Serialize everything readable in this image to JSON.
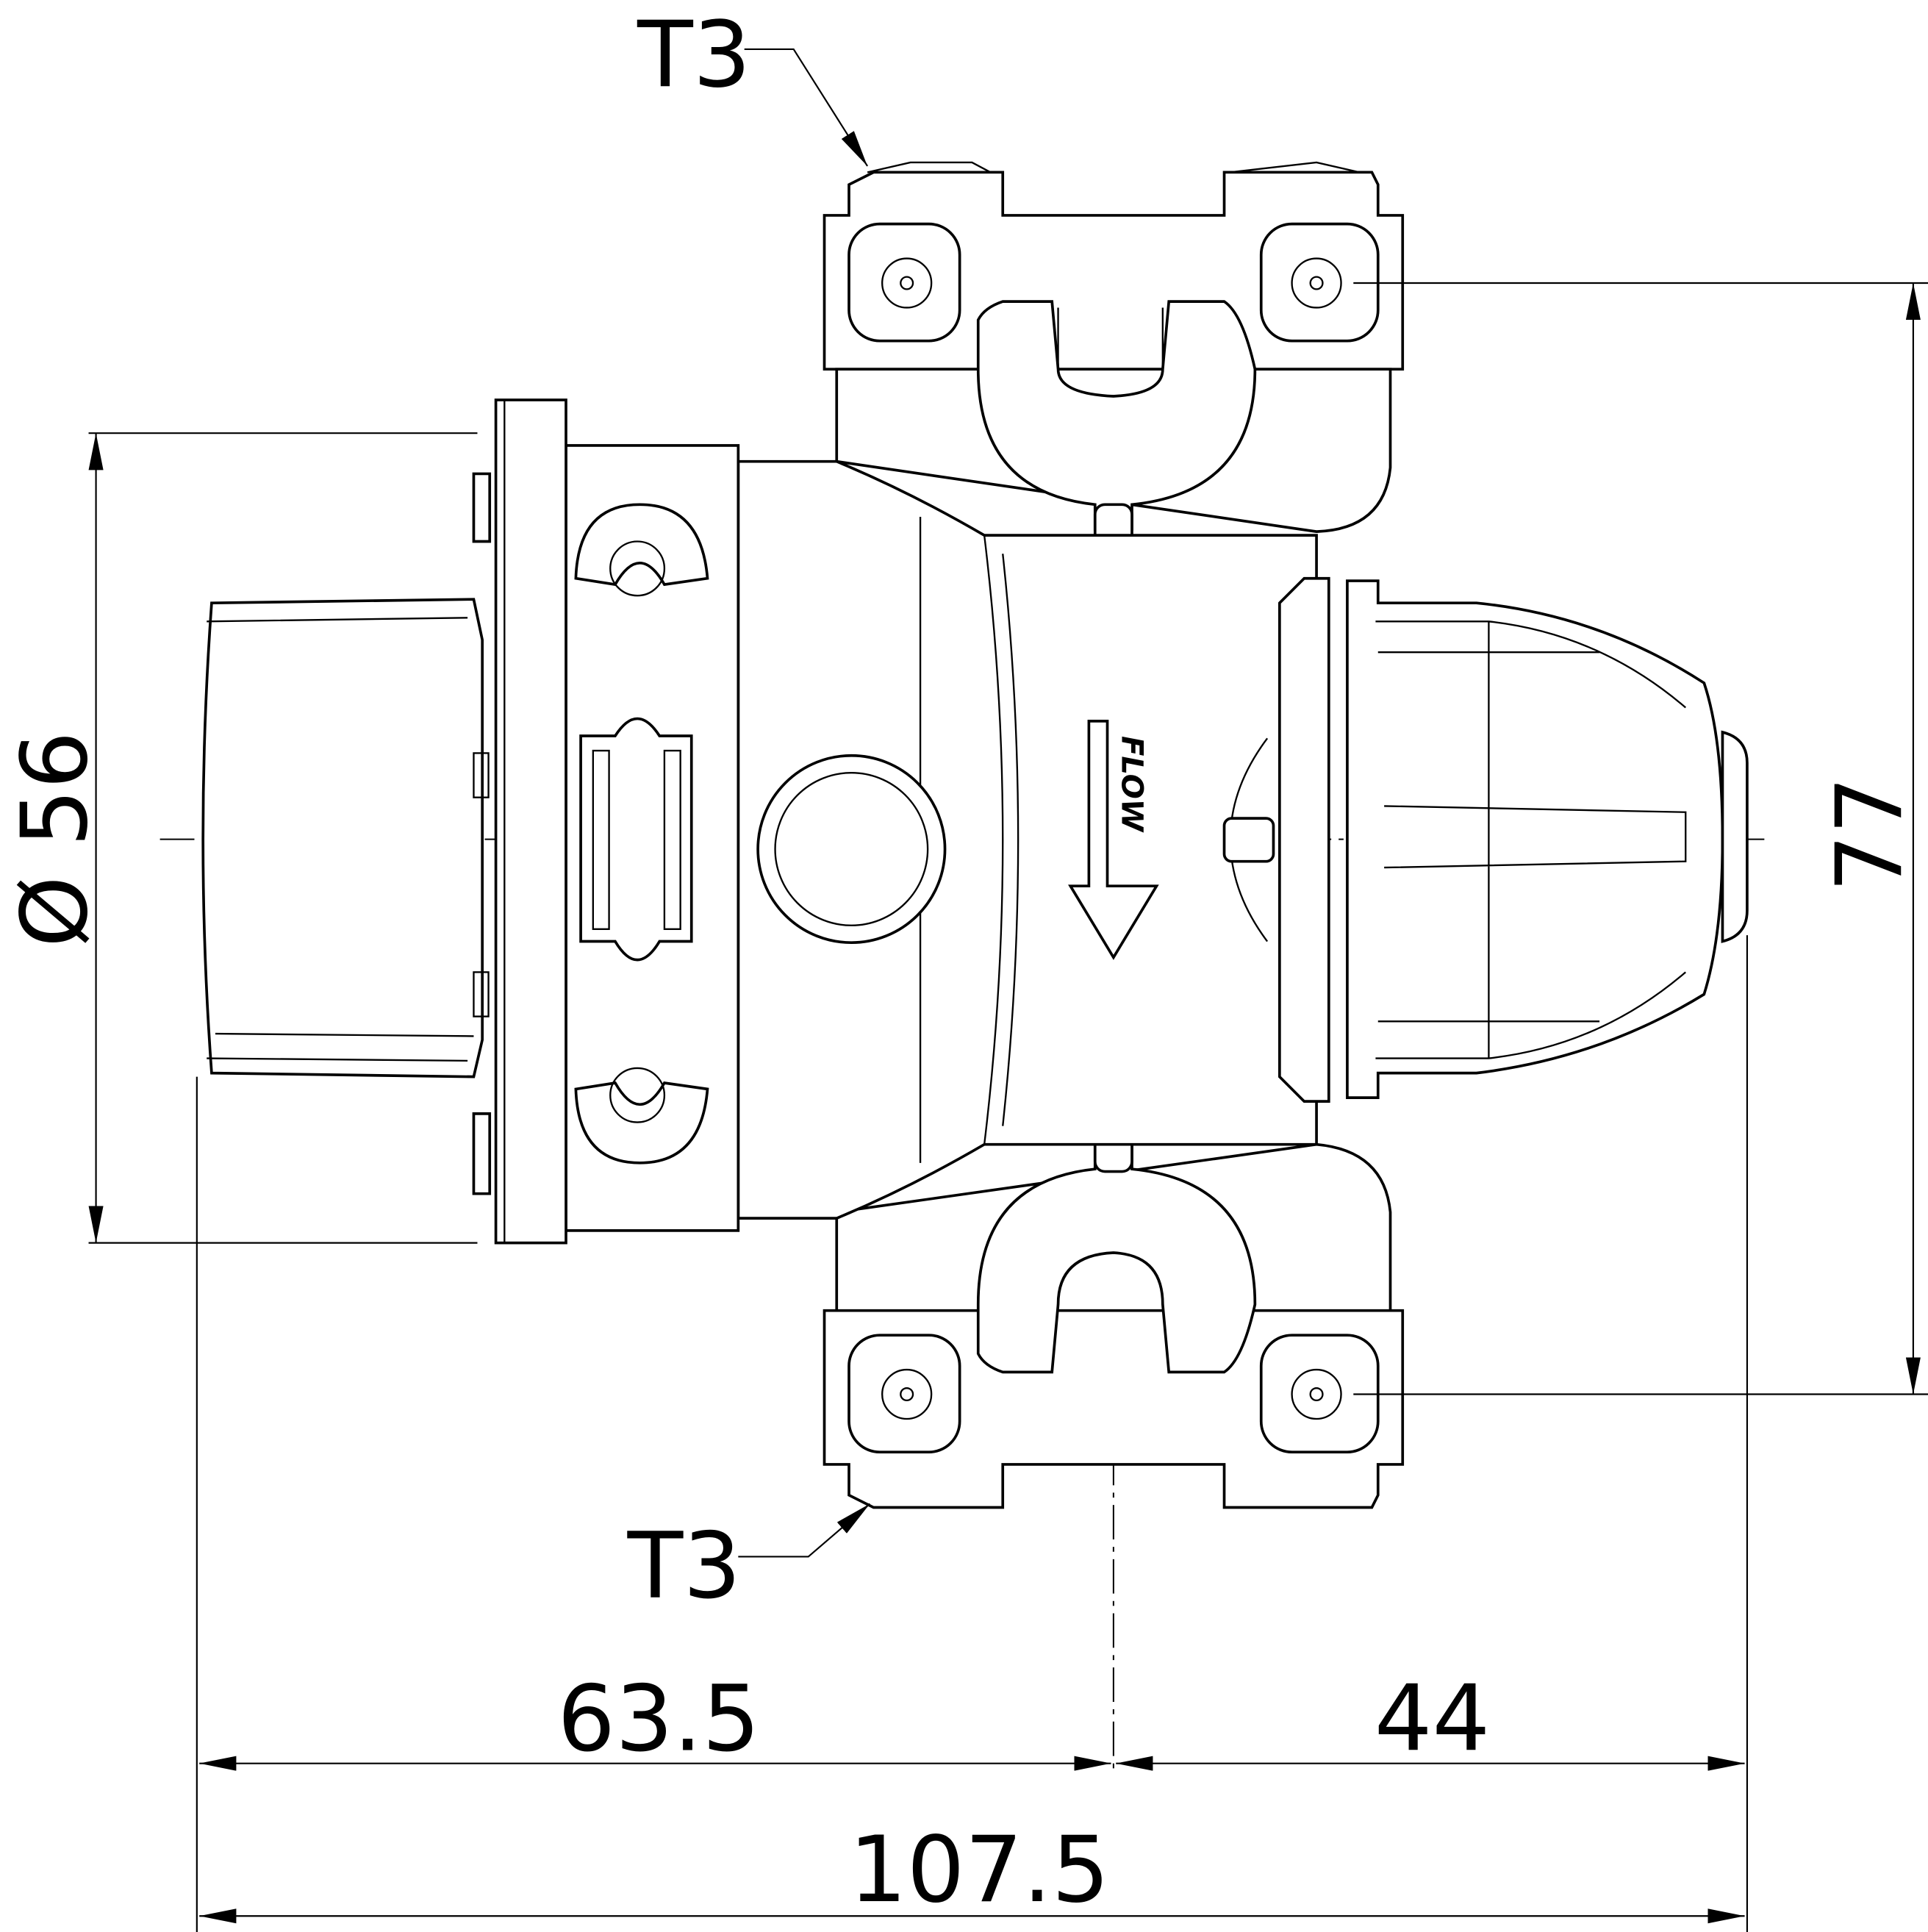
{
  "labels": {
    "thread_top": "T3",
    "thread_bottom": "T3",
    "flow": "FLOW"
  },
  "dimensions": {
    "diameter": "Ø 56",
    "height_between_holes": "77",
    "left_to_axis": "63.5",
    "axis_to_right": "44",
    "overall_length": "107.5"
  }
}
